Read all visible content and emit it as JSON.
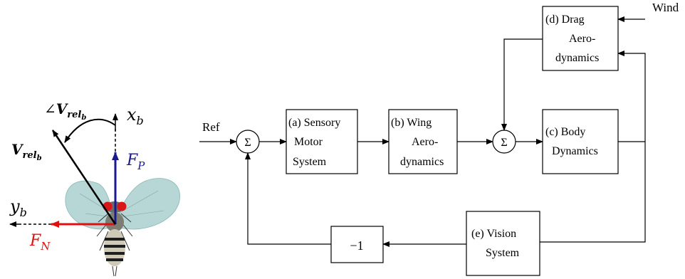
{
  "fly": {
    "angle_label": "∠",
    "angle_var": "V",
    "angle_sub": "rel",
    "angle_subsub": "b",
    "xb_var": "x",
    "xb_sub": "b",
    "yb_var": "y",
    "yb_sub": "b",
    "vrel_var": "V",
    "vrel_sub": "rel",
    "vrel_subsub": "b",
    "fp_var": "F",
    "fp_sub": "P",
    "fn_var": "F",
    "fn_sub": "N"
  },
  "diagram": {
    "ref_label": "Ref",
    "wind_label": "Wind",
    "sum_symbol": "Σ",
    "neg_one": "−1",
    "blocks": {
      "sensory": [
        "(a) Sensory",
        "Motor",
        "System"
      ],
      "wing": [
        "(b) Wing",
        "Aero-",
        "dynamics"
      ],
      "body": [
        "(c) Body",
        "Dynamics"
      ],
      "drag": [
        "(d) Drag",
        "Aero-",
        "dynamics"
      ],
      "vision": [
        "(e) Vision",
        "System"
      ]
    }
  },
  "colors": {
    "fp": "#1a1a8c",
    "fn": "#e01010",
    "wing": "#9fc9c8"
  }
}
